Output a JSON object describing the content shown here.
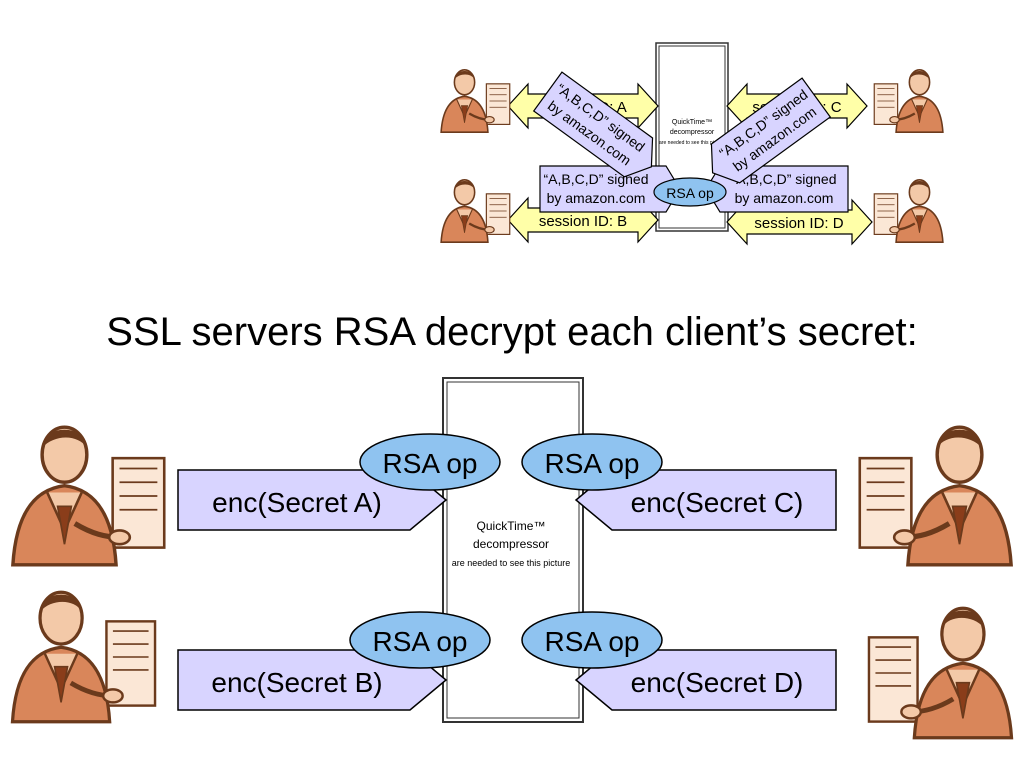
{
  "title": "SSL servers RSA decrypt each client’s secret:",
  "top": {
    "session_a": "session ID: A",
    "session_b": "session ID: B",
    "session_c": "session ID: C",
    "session_d": "session ID: D",
    "cert_line1": "“A,B,C,D” signed",
    "cert_line2": "by amazon.com",
    "rsa_op": "RSA op",
    "qt_line1": "QuickTime™",
    "qt_line2": "decompressor",
    "qt_line3": "are needed to see this picture"
  },
  "bottom": {
    "enc_a": "enc(Secret A)",
    "enc_b": "enc(Secret B)",
    "enc_c": "enc(Secret C)",
    "enc_d": "enc(Secret D)",
    "rsa_op": "RSA op",
    "qt_line1": "QuickTime™",
    "qt_line2": "decompressor",
    "qt_line3": "are needed to see this picture"
  },
  "colors": {
    "arrow_yellow": "#ffffa8",
    "arrow_lilac": "#d8d4ff",
    "ellipse_blue": "#8fc3f0",
    "figure_skin": "#d9865a",
    "figure_dark": "#6b3a1c"
  },
  "icons": [
    "businessman-at-computer-icon"
  ]
}
